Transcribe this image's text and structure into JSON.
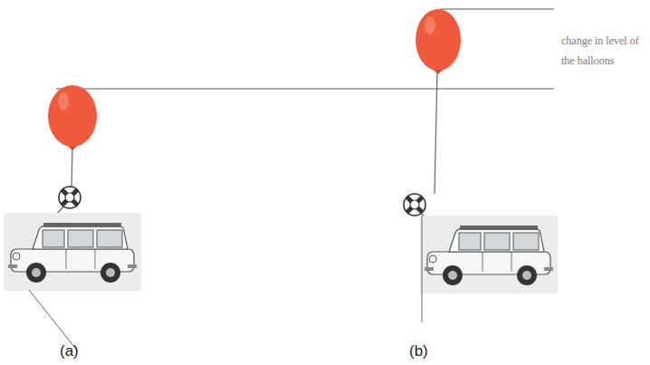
{
  "diagram": {
    "labels": [
      "change in level of the balloons",
      "(a)",
      "(b)"
    ]
  }
}
